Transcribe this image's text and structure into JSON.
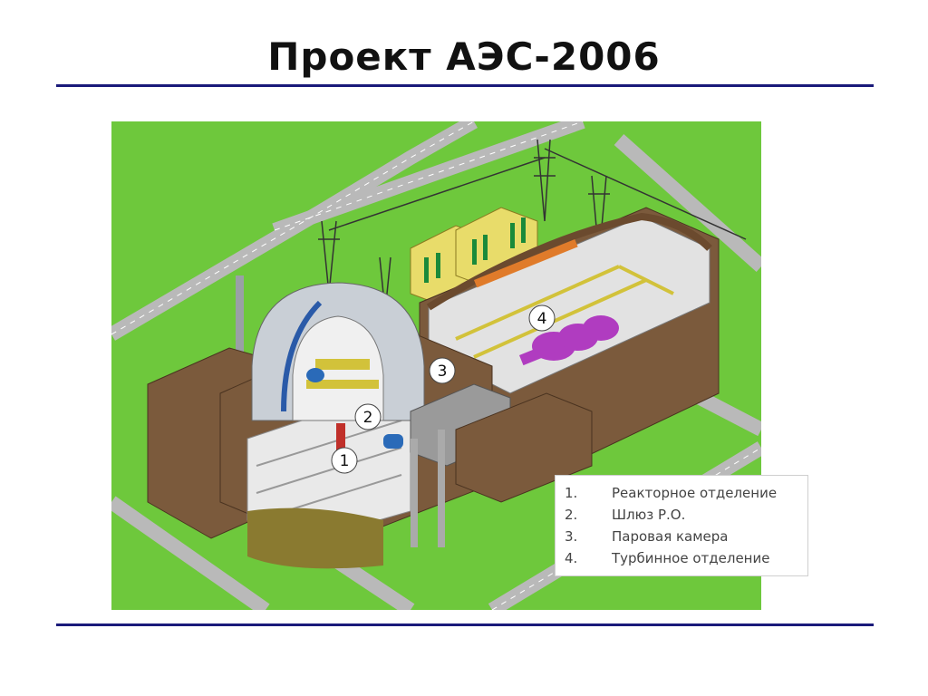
{
  "slide": {
    "title": "Проект АЭС-2006"
  },
  "callouts": [
    "1",
    "2",
    "3",
    "4"
  ],
  "legend": {
    "items": [
      {
        "num": "1.",
        "text": "Реакторное отделение"
      },
      {
        "num": "2.",
        "text": "Шлюз Р.О."
      },
      {
        "num": "3.",
        "text": "Паровая камера"
      },
      {
        "num": "4.",
        "text": "Турбинное отделение"
      }
    ]
  },
  "colors": {
    "grass": "#6ec83c",
    "road": "#b9b9b9",
    "wall": "#7b5a3c",
    "dome": "#c9cfd6",
    "turbine": "#b03cc0",
    "rule": "#1a1a7a"
  }
}
